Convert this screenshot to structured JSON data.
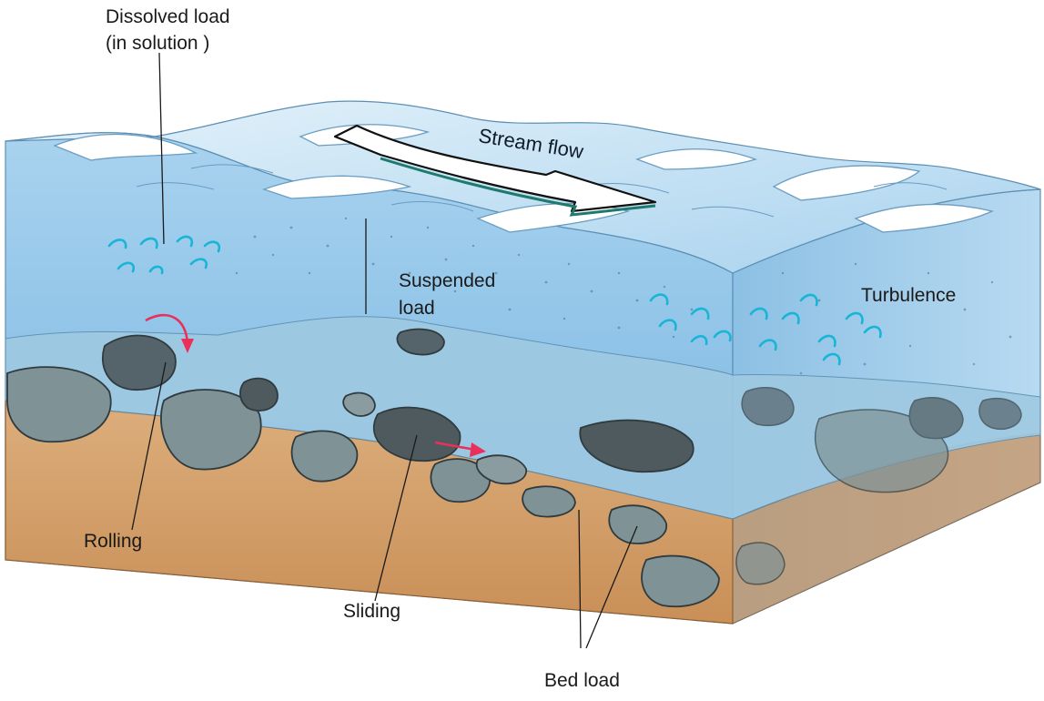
{
  "labels": {
    "dissolved_load_line1": "Dissolved load",
    "dissolved_load_line2": "(in solution )",
    "stream_flow": "Stream flow",
    "suspended_load_line1": "Suspended",
    "suspended_load_line2": "load",
    "turbulence": "Turbulence",
    "rolling": "Rolling",
    "sliding": "Sliding",
    "bed_load": "Bed load"
  },
  "colors": {
    "water_front": "#8ec3e6",
    "water_top": "#cfe8f6",
    "water_side": "#7fb5de",
    "sediment": "#d8a672",
    "rock_gray": "#7f9296",
    "rock_dark": "#4e5a5d",
    "swirl": "#18b5d6",
    "motion_arrow": "#e8305a"
  }
}
